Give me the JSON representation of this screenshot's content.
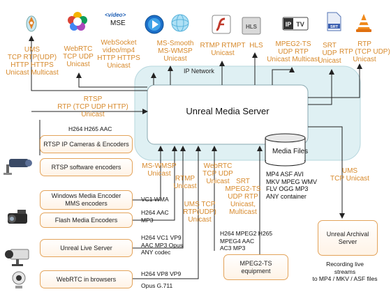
{
  "server": {
    "title": "Unreal Media Server",
    "network_label": "IP Network",
    "files_label": "Media Files"
  },
  "top_icons": [
    "player-icon",
    "webrtc-icon",
    "video-mse-icon",
    "media-player-icon",
    "globe-icon",
    "flash-icon",
    "hls-icon",
    "iptv-icon",
    "srt-icon",
    "vlc-icon"
  ],
  "top_labels": {
    "ums": "UMS\nTCP RTP(UDP)\nHTTP HTTPS\nUnicast Multicast",
    "webrtc": "WebRTC\nTCP UDP\nUnicast",
    "mse_brand": "video",
    "mse": "MSE",
    "websocket": "WebSocket\nvideo/mp4\nHTTP HTTPS\nUnicast",
    "ms_smooth": "MS-Smooth\nMS-WMSP\nUnicast",
    "rtmp": "RTMP RTMPT\nUnicast",
    "hls": "HLS",
    "mpeg2ts": "MPEG2-TS\nUDP RTP\nUnicast Multicast",
    "srt": "SRT\nUDP\nUnicast",
    "rtp": "RTP\nRTP (TCP UDP)\nUnicast"
  },
  "left_labels": {
    "rtsp": "RTSP\nRTP (TCP UDP HTTP)\nUnicast",
    "rtsp_codecs": "H264 H265 AAC"
  },
  "left_boxes": {
    "rtsp_cam": "RTSP IP Cameras & Encoders",
    "rtsp_sw": "RTSP software encoders",
    "wme": "Windows Media Encoder\nMMS encoders",
    "fme": "Flash Media Encoders",
    "live": "Unreal Live Server",
    "browsers": "WebRTC in browsers"
  },
  "codec_labels": {
    "wme": "VC1 WMA",
    "fme": "H264 AAC\nMP3",
    "live": "H264 VC1 VP9\nAAC MP3 Opus\nANY codec",
    "browsers_top": "H264 VP8 VP9",
    "browsers_bottom": "Opus G.711",
    "mpeg2ts_codecs": "H264 MPEG2 H265\nMPEG4 AAC\nAC3 MP3"
  },
  "mid_labels": {
    "ms_wmsp": "MS-WMSP\nUnicast",
    "rtmp": "RTMP\nUnicast",
    "ums": "UMS TCP\nRTP(UDP)\nUnicast",
    "webrtc": "WebRTC\nTCP UDP\nUnicast",
    "srt": "SRT\nMPEG2-TS\nUDP RTP\nUnicast,\nMulticast"
  },
  "media_formats": "MP4 ASF AVI\nMKV MPEG WMV\nFLV OGG MP3\nANY container",
  "mpeg2ts_equipment": "MPEG2-TS\nequipment",
  "archival": {
    "box": "Unreal Archival\nServer",
    "ums_label": "UMS\nTCP Unicast",
    "recording": "Recording live\nstreams\nto MP4 / MKV / ASF files"
  },
  "device_icons": [
    "ip-camera-icon",
    "camcorder-icon",
    "broadcast-camera-icon",
    "webcam-icon"
  ],
  "colors": {
    "accent_orange": "#d7892b",
    "cloud": "#d9eef2",
    "arrow": "#222222"
  }
}
